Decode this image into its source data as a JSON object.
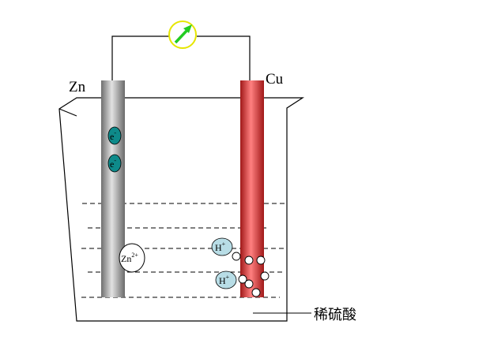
{
  "labels": {
    "zn_electrode": "Zn",
    "cu_electrode": "Cu",
    "solution": "稀硫酸"
  },
  "particles": {
    "electron": "e",
    "electron_charge": "-",
    "zinc_ion": "Zn",
    "zinc_charge": "2+",
    "hydrogen_ion": "H",
    "hydrogen_charge": "+"
  },
  "colors": {
    "meter_ring": "#e6e600",
    "meter_arrow": "#22cc22",
    "electron_fill": "#0e8a8a",
    "hydrogen_fill": "#b8dde6",
    "copper": "#d93a3a",
    "zinc": "#8f8f8f"
  },
  "icons": {
    "meter": "galvanometer-icon"
  }
}
